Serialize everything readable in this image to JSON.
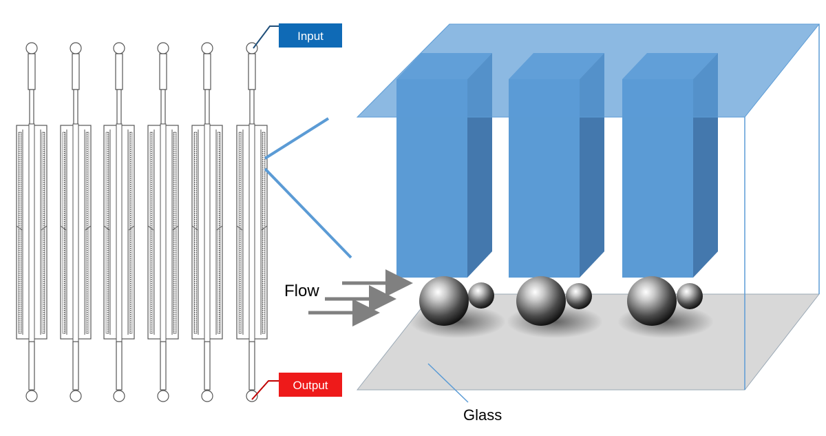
{
  "labels": {
    "input": "Input",
    "output": "Output",
    "flow": "Flow",
    "glass": "Glass"
  },
  "colors": {
    "input_badge": "#0f6ab6",
    "output_badge": "#ee1a1a",
    "pillar_front": "#5b9bd5",
    "pillar_side": "#4478ad",
    "pillar_top": "#6fa7dc",
    "top_plate": "#8fb8e3",
    "glass": "#d8d8d8",
    "arrow": "#808080",
    "channel_outline": "#555555"
  }
}
